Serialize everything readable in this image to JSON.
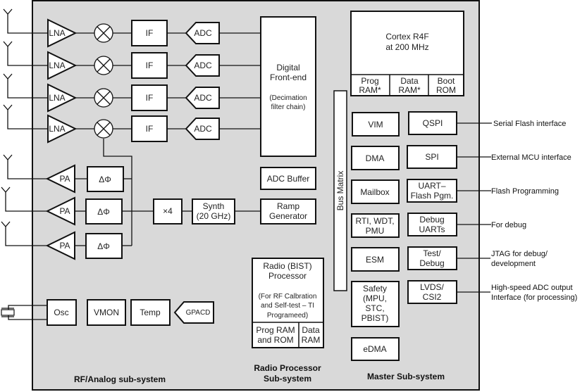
{
  "diagram": {
    "rf_chain": {
      "lna_label": "LNA",
      "if_label": "IF",
      "adc_label": "ADC",
      "rx_count": 4
    },
    "tx_chain": {
      "pa_label": "PA",
      "phase_shifter_label": "ΔΦ",
      "tx_count": 3
    },
    "digital_front_end": {
      "title_line1": "Digital",
      "title_line2": "Front-end",
      "sub_line1": "(Decimation",
      "sub_line2": "filter chain)"
    },
    "adc_buffer": "ADC Buffer",
    "multiplier": "×4",
    "synth": {
      "line1": "Synth",
      "line2": "(20 GHz)"
    },
    "ramp_generator": {
      "line1": "Ramp",
      "line2": "Generator"
    },
    "analog_misc": {
      "osc": "Osc",
      "vmon": "VMON",
      "temp": "Temp",
      "gpadc": "GPACD"
    },
    "radio_processor": {
      "title_line1": "Radio (BIST)",
      "title_line2": "Processor",
      "note_line1": "(For RF Calbration",
      "note_line2": "and Self-test – TI",
      "note_line3": "Programeed)",
      "prog_ram_line1": "Prog RAM",
      "prog_ram_line2": "and ROM",
      "data_ram_line1": "Data",
      "data_ram_line2": "RAM"
    },
    "cortex": {
      "line1": "Cortex R4F",
      "line2": "at 200 MHz",
      "prog_ram": {
        "line1": "Prog",
        "line2": "RAM*"
      },
      "data_ram": {
        "line1": "Data",
        "line2": "RAM*"
      },
      "boot_rom": {
        "line1": "Boot",
        "line2": "ROM"
      }
    },
    "bus_matrix": "Bus Matrix",
    "master_blocks": {
      "vim": "VIM",
      "dma": "DMA",
      "mailbox": "Mailbox",
      "rti": {
        "line1": "RTI, WDT,",
        "line2": "PMU"
      },
      "esm": "ESM",
      "safety": {
        "line1": "Safety",
        "line2": "(MPU,",
        "line3": "STC,",
        "line4": "PBIST)"
      },
      "edma": "eDMA",
      "qspi": "QSPI",
      "spi": "SPI",
      "uart_flash": {
        "line1": "UART–",
        "line2": "Flash Pgm."
      },
      "debug_uarts": {
        "line1": "Debug",
        "line2": "UARTs"
      },
      "test_debug": {
        "line1": "Test/",
        "line2": "Debug"
      },
      "lvds": {
        "line1": "LVDS/",
        "line2": "CSI2"
      }
    },
    "external_interfaces": {
      "qspi": "Serial Flash interface",
      "spi": "External MCU interface",
      "uart_flash": "Flash Programming",
      "debug_uarts": "For debug",
      "test_debug": {
        "line1": "JTAG for debug/",
        "line2": "development"
      },
      "lvds": {
        "line1": "High-speed ADC output",
        "line2": "Interface (for processing)"
      }
    },
    "subsystem_labels": {
      "rf_analog": "RF/Analog sub-system",
      "radio_processor_line1": "Radio Processor",
      "radio_processor_line2": "Sub-system",
      "master": "Master Sub-system"
    }
  }
}
